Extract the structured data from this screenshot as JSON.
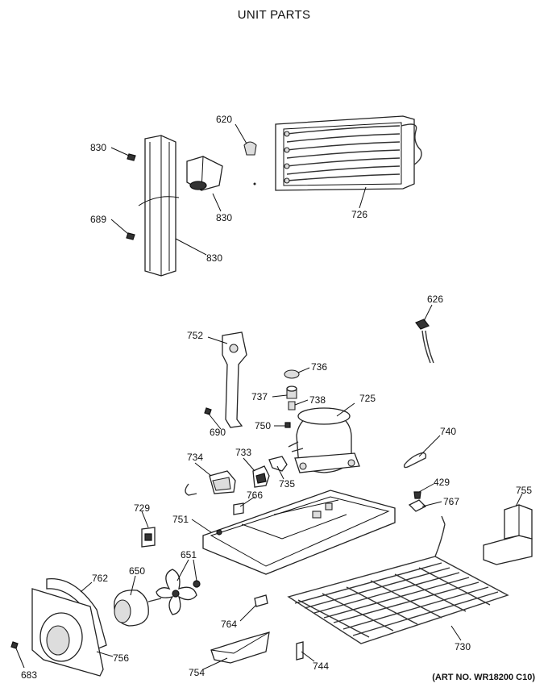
{
  "title": "UNIT PARTS",
  "art_number": "(ART NO. WR18200 C10)",
  "parts": [
    {
      "id": "p830a",
      "label": "830"
    },
    {
      "id": "p620",
      "label": "620"
    },
    {
      "id": "p830b",
      "label": "830"
    },
    {
      "id": "p689",
      "label": "689"
    },
    {
      "id": "p830c",
      "label": "830"
    },
    {
      "id": "p726",
      "label": "726"
    },
    {
      "id": "p626",
      "label": "626"
    },
    {
      "id": "p752",
      "label": "752"
    },
    {
      "id": "p736",
      "label": "736"
    },
    {
      "id": "p737",
      "label": "737"
    },
    {
      "id": "p738",
      "label": "738"
    },
    {
      "id": "p725",
      "label": "725"
    },
    {
      "id": "p690",
      "label": "690"
    },
    {
      "id": "p750",
      "label": "750"
    },
    {
      "id": "p740",
      "label": "740"
    },
    {
      "id": "p733",
      "label": "733"
    },
    {
      "id": "p734",
      "label": "734"
    },
    {
      "id": "p735",
      "label": "735"
    },
    {
      "id": "p429",
      "label": "429"
    },
    {
      "id": "p755",
      "label": "755"
    },
    {
      "id": "p766",
      "label": "766"
    },
    {
      "id": "p767",
      "label": "767"
    },
    {
      "id": "p729",
      "label": "729"
    },
    {
      "id": "p751",
      "label": "751"
    },
    {
      "id": "p651",
      "label": "651"
    },
    {
      "id": "p650",
      "label": "650"
    },
    {
      "id": "p762",
      "label": "762"
    },
    {
      "id": "p764",
      "label": "764"
    },
    {
      "id": "p730",
      "label": "730"
    },
    {
      "id": "p756",
      "label": "756"
    },
    {
      "id": "p754",
      "label": "754"
    },
    {
      "id": "p744",
      "label": "744"
    },
    {
      "id": "p683",
      "label": "683"
    }
  ]
}
